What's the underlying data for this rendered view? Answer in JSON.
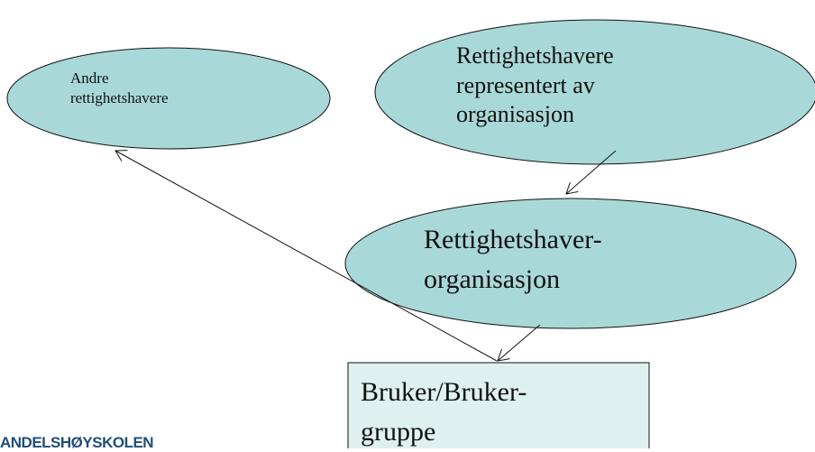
{
  "nodes": {
    "andre": {
      "line1": "Andre",
      "line2": "rettighetshavere"
    },
    "representert": {
      "line1": "Rettighetshavere",
      "line2": "representert av",
      "line3": "organisasjon"
    },
    "organisasjon": {
      "line1": "Rettighetshaver-",
      "line2": "organisasjon"
    },
    "bruker": {
      "line1": "Bruker/Bruker-",
      "line2": "gruppe"
    }
  },
  "edges": [
    {
      "from": "representert",
      "to": "organisasjon"
    },
    {
      "from": "organisasjon",
      "to": "bruker"
    },
    {
      "from": "bruker",
      "to": "andre"
    }
  ],
  "colors": {
    "fill": "#a9d8d8",
    "box_fill": "#dff0f0",
    "stroke": "#111111",
    "logo": "#1f4e79"
  },
  "logo": {
    "text": "ANDELSHØYSKOLEN"
  }
}
